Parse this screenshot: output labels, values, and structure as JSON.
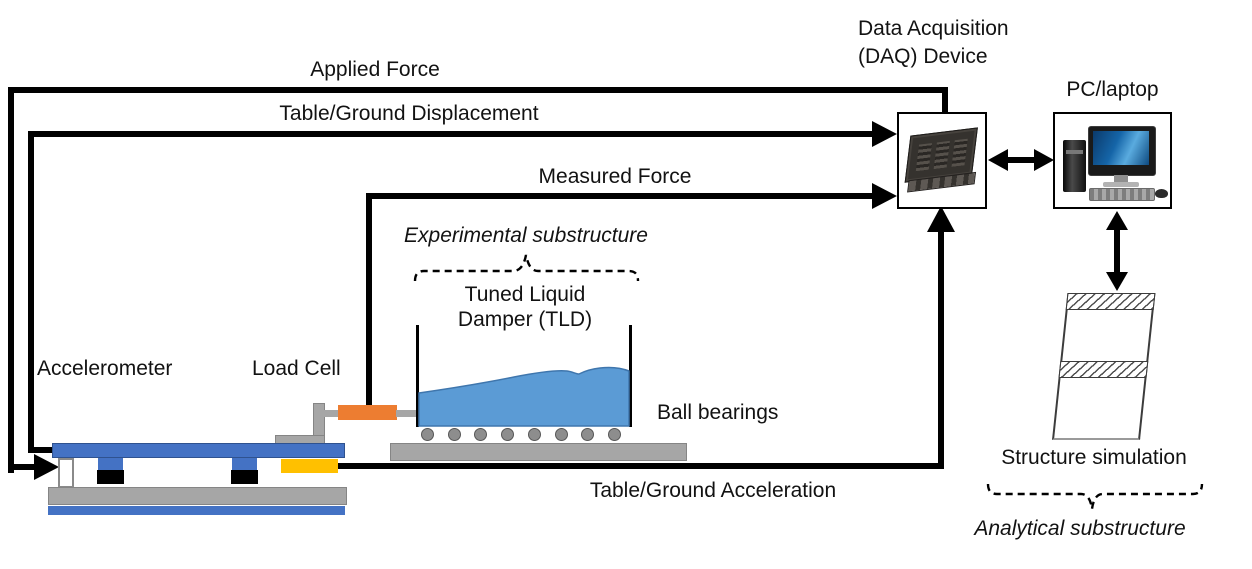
{
  "labels": {
    "applied_force": "Applied Force",
    "table_ground_displacement": "Table/Ground Displacement",
    "measured_force": "Measured Force",
    "daq_line1": "Data Acquisition",
    "daq_line2": "(DAQ) Device",
    "pc_laptop": "PC/laptop",
    "experimental_substructure": "Experimental substructure",
    "tld_line1": "Tuned Liquid",
    "tld_line2": "Damper (TLD)",
    "accelerometer": "Accelerometer",
    "load_cell": "Load Cell",
    "ball_bearings": "Ball bearings",
    "table_ground_acceleration": "Table/Ground Acceleration",
    "structure_simulation": "Structure simulation",
    "analytical_substructure": "Analytical substructure"
  },
  "figures": {
    "ball_bearings_count": 8,
    "structure_hatched_slabs": 2
  },
  "colors": {
    "signal_line": "#000000",
    "table_blue": "#4472C4",
    "water_blue": "#5B9BD5",
    "load_cell_orange": "#ED7D31",
    "actuator_yellow": "#FFC000",
    "hardware_gray": "#A6A6A6",
    "pad_black": "#000000"
  }
}
